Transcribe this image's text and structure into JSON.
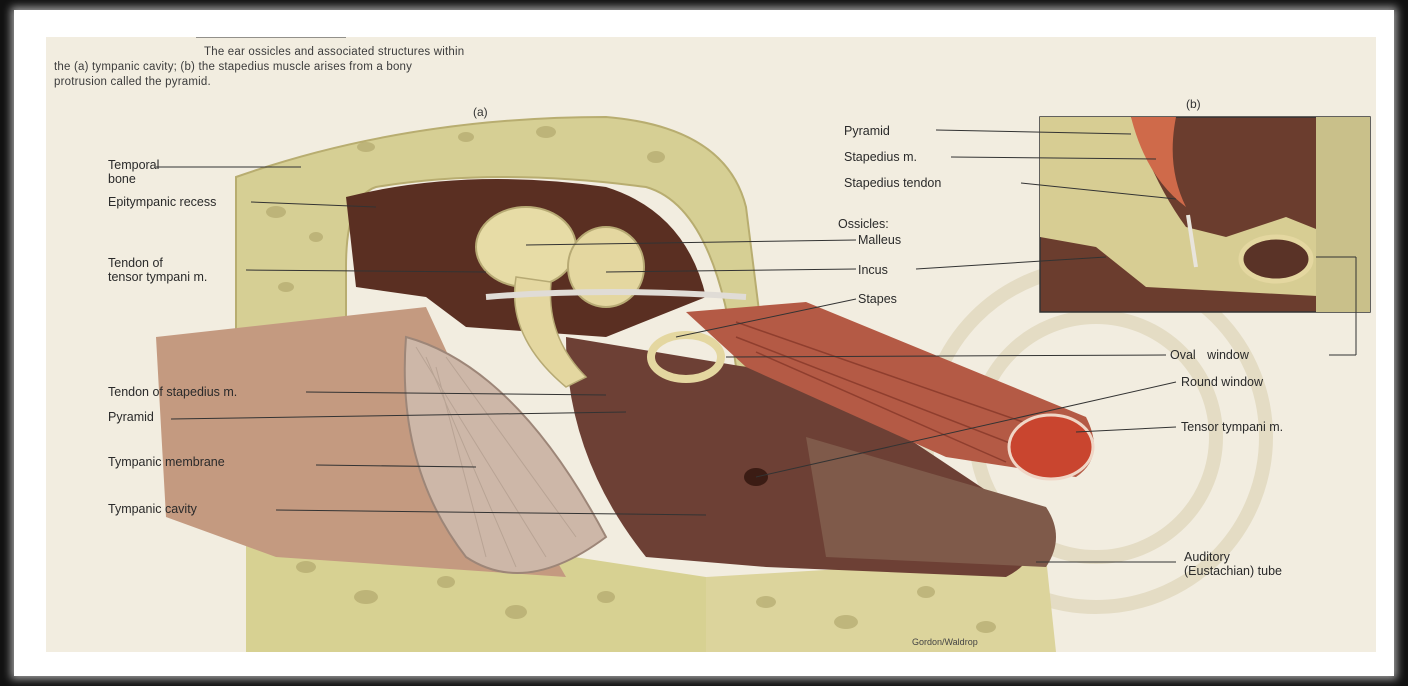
{
  "caption": {
    "line1": "The ear ossicles and associated structures within",
    "line2": "the (a) tympanic cavity; (b) the stapedius muscle arises from a bony",
    "line3": "protrusion called the pyramid."
  },
  "panels": {
    "a": "(a)",
    "b": "(b)"
  },
  "labels_left": {
    "temporal_bone_1": "Temporal",
    "temporal_bone_2": "bone",
    "epitympanic_recess": "Epitympanic recess",
    "tendon_tensor_1": "Tendon of",
    "tendon_tensor_2": "tensor tympani m.",
    "tendon_stapedius": "Tendon of stapedius m.",
    "pyramid": "Pyramid",
    "tympanic_membrane": "Tympanic membrane",
    "tympanic_cavity": "Tympanic cavity"
  },
  "labels_center": {
    "ossicles": "Ossicles:",
    "malleus": "Malleus",
    "incus": "Incus",
    "stapes": "Stapes"
  },
  "labels_b": {
    "pyramid": "Pyramid",
    "stapedius_m": "Stapedius m.",
    "stapedius_tendon": "Stapedius tendon"
  },
  "labels_right": {
    "oval_window": "Oval window",
    "round_window": "Round window",
    "tensor_tympani": "Tensor tympani m.",
    "auditory_tube_1": "Auditory",
    "auditory_tube_2": "(Eustachian) tube"
  },
  "credit": "Gordon/Waldrop"
}
